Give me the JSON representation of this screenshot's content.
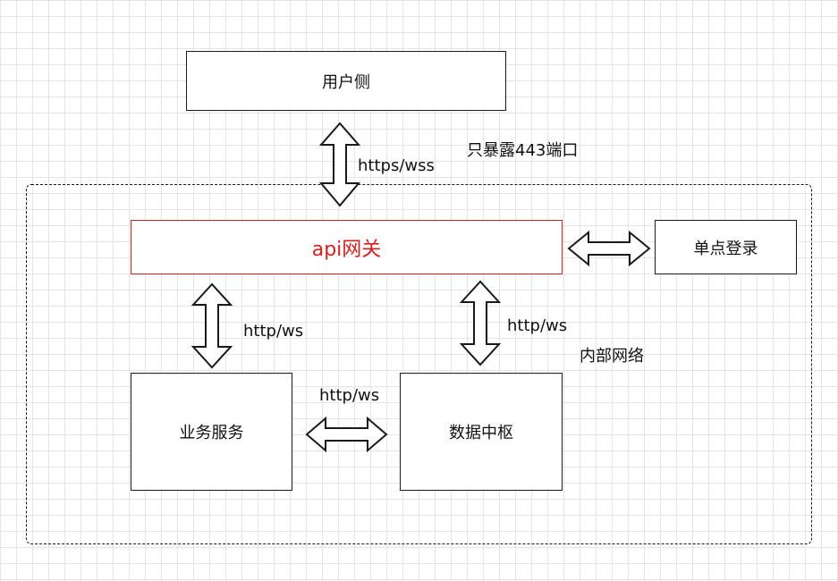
{
  "nodes": {
    "user_side": "用户侧",
    "api_gateway": "api网关",
    "sso": "单点登录",
    "business_service": "业务服务",
    "data_hub": "数据中枢"
  },
  "edges": {
    "user_gateway": "https/wss",
    "gateway_business": "http/ws",
    "gateway_datahub": "http/ws",
    "business_datahub": "http/ws"
  },
  "annotations": {
    "expose_port": "只暴露443端口",
    "internal_network": "内部网络"
  },
  "colors": {
    "gateway": "#d21f1f",
    "stroke": "#1a1a1a",
    "grid": "#e4e4e4"
  }
}
